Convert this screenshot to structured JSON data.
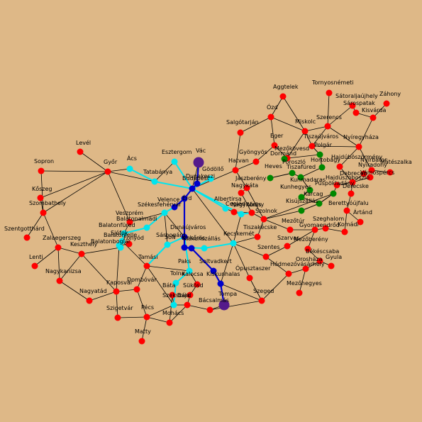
{
  "colors": {
    "background": "#deb887",
    "city": "#ff0000",
    "route_main": "#0000cc",
    "route_branch": "#00e5ee",
    "green_region": "#008800",
    "endpoint": "#551a8b",
    "edge": "#000000"
  },
  "nodes": [
    {
      "id": "levél",
      "label": "Levél"
    },
    {
      "id": "sopron",
      "label": "Sopron"
    },
    {
      "id": "győr",
      "label": "Győr"
    },
    {
      "id": "ács",
      "label": "Ács"
    },
    {
      "id": "tatabánya",
      "label": "Tatabánya"
    },
    {
      "id": "esztergom",
      "label": "Esztergom"
    },
    {
      "id": "vác",
      "label": "Vác"
    },
    {
      "id": "gödöllő",
      "label": "Gödöllő"
    },
    {
      "id": "dunakeszi",
      "label": "Dunakeszi"
    },
    {
      "id": "budapest",
      "label": "Budapest"
    },
    {
      "id": "érd",
      "label": "Érd"
    },
    {
      "id": "kőszeg",
      "label": "Kőszeg"
    },
    {
      "id": "szombathely",
      "label": "Szombathely"
    },
    {
      "id": "szentgotthárd",
      "label": "Szentgotthárd"
    },
    {
      "id": "zalaegerszeg",
      "label": "Zalaegerszeg"
    },
    {
      "id": "lenti",
      "label": "Lenti"
    },
    {
      "id": "nagykanizsa",
      "label": "Nagykanizsa"
    },
    {
      "id": "keszthely",
      "label": "Keszthely"
    },
    {
      "id": "veszprém",
      "label": "Veszprém"
    },
    {
      "id": "balatonalmádi",
      "label": "Balatonalmádi"
    },
    {
      "id": "balatonfüred",
      "label": "Balatonfüred"
    },
    {
      "id": "siófok",
      "label": "Siófok"
    },
    {
      "id": "balatonboglár",
      "label": "Balatonboglár"
    },
    {
      "id": "balatonlelle",
      "label": "Balatonlelle"
    },
    {
      "id": "fonyód",
      "label": "Fonyód"
    },
    {
      "id": "székesfehérvár",
      "label": "Székesfehérvár"
    },
    {
      "id": "velence",
      "label": "Velence"
    },
    {
      "id": "dunaújváros",
      "label": "Dunaújváros"
    },
    {
      "id": "sárbogárd",
      "label": "Sárbogárd"
    },
    {
      "id": "tamási",
      "label": "Tamási"
    },
    {
      "id": "kaposvár",
      "label": "Kaposvár"
    },
    {
      "id": "dombóvár",
      "label": "Dombóvár"
    },
    {
      "id": "nagyatád",
      "label": "Nagyatád"
    },
    {
      "id": "szigetvár",
      "label": "Szigetvár"
    },
    {
      "id": "pécs",
      "label": "Pécs"
    },
    {
      "id": "mohács",
      "label": "Mohács"
    },
    {
      "id": "matty",
      "label": "Matty"
    },
    {
      "id": "szekszárd",
      "label": "Szekszárd"
    },
    {
      "id": "tolna",
      "label": "Tolna"
    },
    {
      "id": "paks",
      "label": "Paks"
    },
    {
      "id": "kalocsa",
      "label": "Kalocsa"
    },
    {
      "id": "báta",
      "label": "Báta"
    },
    {
      "id": "baja",
      "label": "Baja"
    },
    {
      "id": "sükösd",
      "label": "Sükösd"
    },
    {
      "id": "kiskőrös",
      "label": "Kiskőrös"
    },
    {
      "id": "solt",
      "label": "Solt"
    },
    {
      "id": "kiskunszállás",
      "label": "Kiskunszállás"
    },
    {
      "id": "soltvadkert",
      "label": "Soltvadkert"
    },
    {
      "id": "kiskunhalas",
      "label": "Kiskunhalas"
    },
    {
      "id": "tompa",
      "label": "Tompa"
    },
    {
      "id": "bácsalmás",
      "label": "Bácsalmás"
    },
    {
      "id": "kecskemét",
      "label": "Kecskemét"
    },
    {
      "id": "nagykőrös",
      "label": "Nagykőrös"
    },
    {
      "id": "albertirsa",
      "label": "Albertirsa"
    },
    {
      "id": "cegléd",
      "label": "Cegléd"
    },
    {
      "id": "abony",
      "label": "Abony"
    },
    {
      "id": "szolnok",
      "label": "Szolnok"
    },
    {
      "id": "jászberény",
      "label": "Jászberény"
    },
    {
      "id": "nagykáta",
      "label": "Nagykáta"
    },
    {
      "id": "hatvan",
      "label": "Hatvan"
    },
    {
      "id": "gyöngyös",
      "label": "Gyöngyös"
    },
    {
      "id": "salgótarján",
      "label": "Salgótarján"
    },
    {
      "id": "eger",
      "label": "Eger"
    },
    {
      "id": "mezőkövesd",
      "label": "Mezőkövesd"
    },
    {
      "id": "ózd",
      "label": "Ózd"
    },
    {
      "id": "aggtelek",
      "label": "Aggtelek"
    },
    {
      "id": "miskolc",
      "label": "Miskolc"
    },
    {
      "id": "szerencs",
      "label": "Szerencs"
    },
    {
      "id": "tornyosnémeti",
      "label": "Tornyosnémeti"
    },
    {
      "id": "sátoraljaújhely",
      "label": "Sátoraljaújhely"
    },
    {
      "id": "sárospatak",
      "label": "Sárospatak"
    },
    {
      "id": "záhony",
      "label": "Záhony"
    },
    {
      "id": "kisvárda",
      "label": "Kisvárda"
    },
    {
      "id": "tiszaújváros",
      "label": "Tiszaújváros"
    },
    {
      "id": "polgár",
      "label": "Polgár"
    },
    {
      "id": "nyíregyháza",
      "label": "Nyíregyháza"
    },
    {
      "id": "hajdúböszörmény",
      "label": "Hajdúböszörmény"
    },
    {
      "id": "nyírbátor",
      "label": "Nyírbátor"
    },
    {
      "id": "mátészalka",
      "label": "Mátészalka"
    },
    {
      "id": "debrecen",
      "label": "Debrecen"
    },
    {
      "id": "nyíradony",
      "label": "Nyíradony"
    },
    {
      "id": "vámospércs",
      "label": "Vámospércs"
    },
    {
      "id": "hajdúszoboszló",
      "label": "Hajdúszoboszló"
    },
    {
      "id": "derecske",
      "label": "Derecske"
    },
    {
      "id": "berettyóújfalu",
      "label": "Berettyóújfalu"
    },
    {
      "id": "ártánd",
      "label": "Ártánd"
    },
    {
      "id": "komádi",
      "label": "Komádi"
    },
    {
      "id": "szeghalom",
      "label": "Szeghalom"
    },
    {
      "id": "gyomaendrőd",
      "label": "Gyomaendrőd"
    },
    {
      "id": "mezőtúr",
      "label": "Mezőtúr"
    },
    {
      "id": "tiszakécske",
      "label": "Tiszakécske"
    },
    {
      "id": "szarvas",
      "label": "Szarvas"
    },
    {
      "id": "mezőberény",
      "label": "Mezőberény"
    },
    {
      "id": "békéscsaba",
      "label": "Békéscsaba"
    },
    {
      "id": "gyula",
      "label": "Gyula"
    },
    {
      "id": "orosháza",
      "label": "Orosháza"
    },
    {
      "id": "mezőhegyes",
      "label": "Mezőhegyes"
    },
    {
      "id": "hódmezővásárhely",
      "label": "Hódmezővásárhely"
    },
    {
      "id": "szentes",
      "label": "Szentes"
    },
    {
      "id": "ópusztaszer",
      "label": "Ópusztaszer"
    },
    {
      "id": "szeged",
      "label": "Szeged"
    },
    {
      "id": "dormánd",
      "label": "Dormánd"
    },
    {
      "id": "poroszló",
      "label": "Poroszló"
    },
    {
      "id": "heves",
      "label": "Heves"
    },
    {
      "id": "tiszafüred",
      "label": "Tiszafüred"
    },
    {
      "id": "hortobágy",
      "label": "Hortobágy"
    },
    {
      "id": "kunmadaras",
      "label": "Kunmadaras"
    },
    {
      "id": "kunhegyes",
      "label": "Kunhegyes"
    },
    {
      "id": "karcag",
      "label": "Karcag"
    },
    {
      "id": "kisújszállás",
      "label": "Kisújszállás"
    },
    {
      "id": "püspökladány",
      "label": "Püspökladány"
    }
  ],
  "edges": [
    [
      "sopron",
      "győr"
    ],
    [
      "győr",
      "levél"
    ],
    [
      "győr",
      "ács"
    ],
    [
      "győr",
      "tatabánya"
    ],
    [
      "győr",
      "kőszeg"
    ],
    [
      "győr",
      "veszprém"
    ],
    [
      "győr",
      "szombathely"
    ],
    [
      "ács",
      "tatabánya"
    ],
    [
      "tatabánya",
      "esztergom"
    ],
    [
      "tatabánya",
      "budapest"
    ],
    [
      "esztergom",
      "budapest"
    ],
    [
      "vác",
      "budapest"
    ],
    [
      "vác",
      "dunakeszi"
    ],
    [
      "budapest",
      "gödöllő"
    ],
    [
      "budapest",
      "hatvan"
    ],
    [
      "budapest",
      "érd"
    ],
    [
      "budapest",
      "albertirsa"
    ],
    [
      "budapest",
      "nagykőrös"
    ],
    [
      "érd",
      "velence"
    ],
    [
      "velence",
      "székesfehérvár"
    ],
    [
      "székesfehérvár",
      "veszprém"
    ],
    [
      "székesfehérvár",
      "dunaújváros"
    ],
    [
      "székesfehérvár",
      "sárbogárd"
    ],
    [
      "sopron",
      "szombathely"
    ],
    [
      "kőszeg",
      "szombathely"
    ],
    [
      "szombathely",
      "szentgotthárd"
    ],
    [
      "szombathely",
      "zalaegerszeg"
    ],
    [
      "zalaegerszeg",
      "lenti"
    ],
    [
      "zalaegerszeg",
      "nagykanizsa"
    ],
    [
      "zalaegerszeg",
      "keszthely"
    ],
    [
      "nagykanizsa",
      "keszthely"
    ],
    [
      "nagykanizsa",
      "nagyatád"
    ],
    [
      "keszthely",
      "balatonboglár"
    ],
    [
      "keszthely",
      "kaposvár"
    ],
    [
      "veszprém",
      "balatonfüred"
    ],
    [
      "balatonfüred",
      "siófok"
    ],
    [
      "siófok",
      "balatonlelle"
    ],
    [
      "balatonlelle",
      "fonyód"
    ],
    [
      "fonyód",
      "kaposvár"
    ],
    [
      "siófok",
      "tamási"
    ],
    [
      "sárbogárd",
      "tamási"
    ],
    [
      "tamási",
      "dombóvár"
    ],
    [
      "tamási",
      "paks"
    ],
    [
      "kaposvár",
      "dombóvár"
    ],
    [
      "kaposvár",
      "nagyatád"
    ],
    [
      "kaposvár",
      "szigetvár"
    ],
    [
      "szigetvár",
      "pécs"
    ],
    [
      "dombóvár",
      "pécs"
    ],
    [
      "pécs",
      "matty"
    ],
    [
      "pécs",
      "mohács"
    ],
    [
      "mohács",
      "báta"
    ],
    [
      "báta",
      "szekszárd"
    ],
    [
      "szekszárd",
      "tolna"
    ],
    [
      "szekszárd",
      "pécs"
    ],
    [
      "tolna",
      "paks"
    ],
    [
      "paks",
      "dunaújváros"
    ],
    [
      "paks",
      "kalocsa"
    ],
    [
      "kalocsa",
      "sükösd"
    ],
    [
      "sükösd",
      "baja"
    ],
    [
      "baja",
      "bácsalmás"
    ],
    [
      "bácsalmás",
      "tompa"
    ],
    [
      "tompa",
      "kiskunhalas"
    ],
    [
      "kiskunhalas",
      "soltvadkert"
    ],
    [
      "soltvadkert",
      "kiskőrös"
    ],
    [
      "kiskőrös",
      "solt"
    ],
    [
      "solt",
      "dunaújváros"
    ],
    [
      "kiskőrös",
      "kiskunszállás"
    ],
    [
      "kiskunszállás",
      "kecskemét"
    ],
    [
      "kecskemét",
      "nagykőrös"
    ],
    [
      "kecskemét",
      "tiszakécske"
    ],
    [
      "kecskemét",
      "szentes"
    ],
    [
      "kecskemét",
      "kiskunhalas"
    ],
    [
      "nagykőrös",
      "cegléd"
    ],
    [
      "cegléd",
      "abony"
    ],
    [
      "abony",
      "szolnok"
    ],
    [
      "cegléd",
      "albertirsa"
    ],
    [
      "szolnok",
      "jászberény"
    ],
    [
      "jászberény",
      "nagykáta"
    ],
    [
      "jászberény",
      "hatvan"
    ],
    [
      "hatvan",
      "gyöngyös"
    ],
    [
      "gyöngyös",
      "eger"
    ],
    [
      "hatvan",
      "salgótarján"
    ],
    [
      "salgótarján",
      "ózd"
    ],
    [
      "ózd",
      "eger"
    ],
    [
      "ózd",
      "aggtelek"
    ],
    [
      "ózd",
      "miskolc"
    ],
    [
      "miskolc",
      "aggtelek"
    ],
    [
      "miskolc",
      "szerencs"
    ],
    [
      "szerencs",
      "tornyosnémeti"
    ],
    [
      "szerencs",
      "sátoraljaújhely"
    ],
    [
      "sátoraljaújhely",
      "sárospatak"
    ],
    [
      "sárospatak",
      "kisvárda"
    ],
    [
      "kisvárda",
      "záhony"
    ],
    [
      "kisvárda",
      "nyíregyháza"
    ],
    [
      "nyíregyháza",
      "szerencs"
    ],
    [
      "nyíregyháza",
      "tiszaújváros"
    ],
    [
      "tiszaújváros",
      "miskolc"
    ],
    [
      "tiszaújváros",
      "polgár"
    ],
    [
      "nyíregyháza",
      "nyírbátor"
    ],
    [
      "nyírbátor",
      "mátészalka"
    ],
    [
      "nyíregyháza",
      "hajdúböszörmény"
    ],
    [
      "hajdúböszörmény",
      "debrecen"
    ],
    [
      "debrecen",
      "nyíradony"
    ],
    [
      "debrecen",
      "vámospércs"
    ],
    [
      "debrecen",
      "hajdúszoboszló"
    ],
    [
      "debrecen",
      "derecske"
    ],
    [
      "derecske",
      "berettyóújfalu"
    ],
    [
      "berettyóújfalu",
      "ártánd"
    ],
    [
      "berettyóújfalu",
      "komádi"
    ],
    [
      "komádi",
      "szeghalom"
    ],
    [
      "szeghalom",
      "gyomaendrőd"
    ],
    [
      "gyomaendrőd",
      "mezőtúr"
    ],
    [
      "mezőtúr",
      "szolnok"
    ],
    [
      "szolnok",
      "tiszakécske"
    ],
    [
      "gyomaendrőd",
      "szarvas"
    ],
    [
      "szarvas",
      "szentes"
    ],
    [
      "gyomaendrőd",
      "mezőberény"
    ],
    [
      "mezőberény",
      "békéscsaba"
    ],
    [
      "békéscsaba",
      "gyula"
    ],
    [
      "békéscsaba",
      "orosháza"
    ],
    [
      "orosháza",
      "hódmezővásárhely"
    ],
    [
      "orosháza",
      "mezőhegyes"
    ],
    [
      "hódmezővásárhely",
      "szeged"
    ],
    [
      "szeged",
      "ópusztaszer"
    ],
    [
      "szeged",
      "kiskunhalas"
    ],
    [
      "szentes",
      "hódmezővásárhely"
    ],
    [
      "ópusztaszer",
      "kecskemét"
    ],
    [
      "eger",
      "mezőkövesd"
    ],
    [
      "mezőkövesd",
      "miskolc"
    ],
    [
      "mezőkövesd",
      "polgár"
    ],
    [
      "szolnok",
      "kisújszállás"
    ],
    [
      "kisújszállás",
      "karcag"
    ],
    [
      "karcag",
      "püspökladány"
    ],
    [
      "püspökladány",
      "hajdúszoboszló"
    ],
    [
      "kecskemét",
      "budapest"
    ],
    [
      "szolnok",
      "püspökladány"
    ],
    [
      "szerencs",
      "tiszaújváros"
    ],
    [
      "szekszárd",
      "baja"
    ],
    [
      "mohács",
      "baja"
    ],
    [
      "szeged",
      "bácsalmás"
    ],
    [
      "tamási",
      "szekszárd"
    ],
    [
      "abony",
      "nagykáta"
    ]
  ],
  "routes": {
    "main": [
      [
        "vác",
        "dunakeszi"
      ],
      [
        "dunakeszi",
        "budapest"
      ],
      [
        "budapest",
        "érd"
      ],
      [
        "érd",
        "velence"
      ],
      [
        "érd",
        "dunaújváros"
      ],
      [
        "dunaújváros",
        "solt"
      ],
      [
        "solt",
        "kiskőrös"
      ],
      [
        "kiskőrös",
        "soltvadkert"
      ],
      [
        "soltvadkert",
        "kiskunhalas"
      ],
      [
        "kiskunhalas",
        "tompa"
      ]
    ],
    "branch": [
      [
        "ács",
        "tatabánya"
      ],
      [
        "tatabánya",
        "budapest"
      ],
      [
        "esztergom",
        "budapest"
      ],
      [
        "budapest",
        "gödöllő"
      ],
      [
        "budapest",
        "albertirsa"
      ],
      [
        "budapest",
        "nagykőrös"
      ],
      [
        "nagykőrös",
        "abony"
      ],
      [
        "velence",
        "székesfehérvár"
      ],
      [
        "székesfehérvár",
        "balatonalmádi"
      ],
      [
        "balatonalmádi",
        "balatonfüred"
      ],
      [
        "balatonfüred",
        "siófok"
      ],
      [
        "siófok",
        "balatonboglár"
      ],
      [
        "balatonboglár",
        "fonyód"
      ],
      [
        "dunaújváros",
        "sárbogárd"
      ],
      [
        "sárbogárd",
        "tamási"
      ],
      [
        "solt",
        "kiskunszállás"
      ],
      [
        "kiskunszállás",
        "kecskemét"
      ],
      [
        "dunaújváros",
        "paks"
      ],
      [
        "paks",
        "tolna"
      ],
      [
        "tolna",
        "szekszárd"
      ]
    ],
    "green": [
      [
        "dormánd",
        "mezőkövesd"
      ],
      [
        "poroszló",
        "tiszafüred"
      ],
      [
        "heves",
        "poroszló"
      ],
      [
        "tiszafüred",
        "hortobágy"
      ],
      [
        "tiszafüred",
        "kunmadaras"
      ],
      [
        "kunmadaras",
        "kunhegyes"
      ],
      [
        "kunhegyes",
        "karcag"
      ],
      [
        "karcag",
        "kisújszállás"
      ],
      [
        "karcag",
        "püspökladány"
      ],
      [
        "hortobágy",
        "polgár"
      ],
      [
        "polgár",
        "tiszaújváros"
      ]
    ]
  },
  "node_types": {
    "endpoint": [
      "vác",
      "tompa"
    ],
    "main": [
      "dunakeszi",
      "budapest",
      "érd",
      "velence",
      "dunaújváros",
      "solt",
      "kiskőrös",
      "soltvadkert",
      "kiskunhalas"
    ],
    "branch": [
      "ács",
      "tatabánya",
      "esztergom",
      "gödöllő",
      "albertirsa",
      "nagykőrös",
      "székesfehérvár",
      "balatonalmádi",
      "balatonfüred",
      "siófok",
      "balatonboglár",
      "fonyód",
      "sárbogárd",
      "kiskunszállás",
      "kecskemét",
      "paks",
      "tolna",
      "szekszárd"
    ],
    "green": [
      "dormánd",
      "poroszló",
      "heves",
      "tiszafüred",
      "hortobágy",
      "kunmadaras",
      "kunhegyes",
      "karcag",
      "kisújszállás",
      "polgár",
      "püspökladány"
    ]
  }
}
